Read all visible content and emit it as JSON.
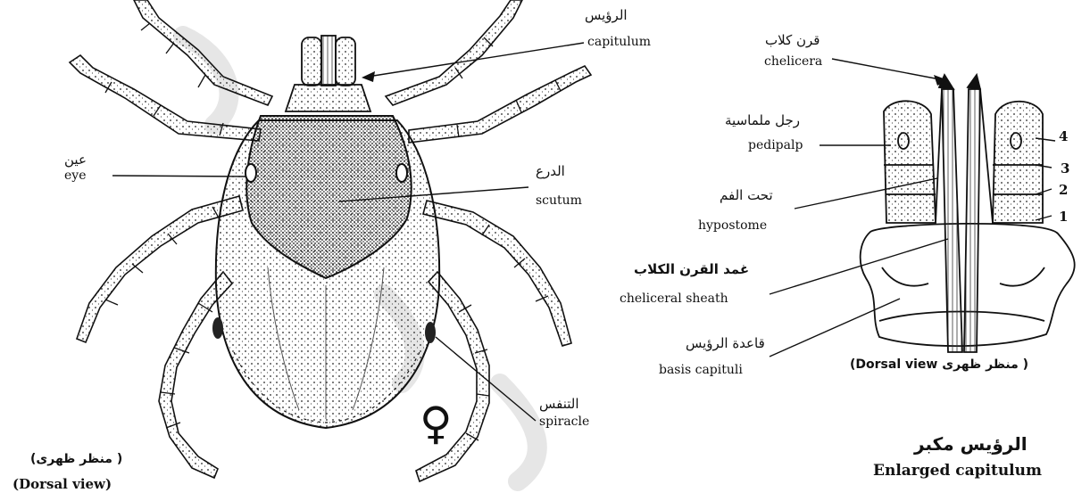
{
  "labels": {
    "capitulum_ar": "الرؤيس",
    "capitulum_en": "capitulum",
    "eye_ar": "عين",
    "eye_en": "eye",
    "scutum_ar": "الدرع",
    "scutum_en": "scutum",
    "spiracle_ar": "التنفس",
    "spiracle_en": "spiracle",
    "chelicera_ar": "قرن كلاب",
    "chelicera_en": "chelicera",
    "pedipalp_ar": "رجل ملماسية",
    "pedipalp_en": "pedipalp",
    "hypostome_ar": "تحت الفم",
    "hypostome_en": "hypostome",
    "sheath_ar": "غمد القرن الكلاب",
    "sheath_en": "cheliceral sheath",
    "basis_ar": "قاعدة الرؤيس",
    "basis_en": "basis capituli",
    "num1": "1",
    "num2": "2",
    "num3": "3",
    "num4": "4",
    "female_symbol": "♀",
    "dorsal_left_ar": "( منظر ظهرى)",
    "dorsal_left_en": "(Dorsal view)",
    "dorsal_right": "(Dorsal view  منظر ظهرى )",
    "enlarged_ar": "الرؤيس مكبر",
    "enlarged_en": "Enlarged capitulum"
  }
}
